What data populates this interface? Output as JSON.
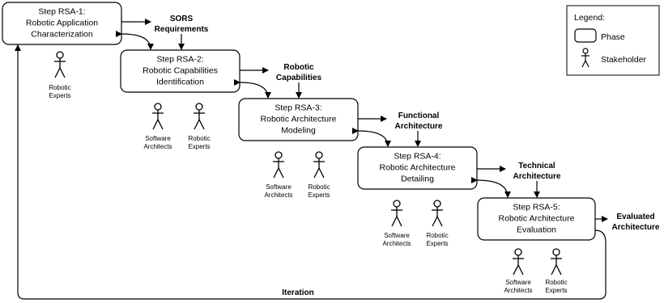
{
  "legend": {
    "title": "Legend:",
    "phase_label": "Phase",
    "stakeholder_label": "Stakeholder"
  },
  "steps": [
    {
      "lines": [
        "Step RSA-1:",
        "Robotic Application",
        "Characterization"
      ]
    },
    {
      "lines": [
        "Step RSA-2:",
        "Robotic Capabilities",
        "Identification"
      ]
    },
    {
      "lines": [
        "Step RSA-3:",
        "Robotic Architecture",
        "Modeling"
      ]
    },
    {
      "lines": [
        "Step RSA-4:",
        "Robotic Architecture",
        "Detailing"
      ]
    },
    {
      "lines": [
        "Step RSA-5:",
        "Robotic Architecture",
        "Evaluation"
      ]
    }
  ],
  "artifacts": [
    {
      "lines": [
        "SORS",
        "Requirements"
      ]
    },
    {
      "lines": [
        "Robotic",
        "Capabilities"
      ]
    },
    {
      "lines": [
        "Functional",
        "Architecture"
      ]
    },
    {
      "lines": [
        "Technical",
        "Architecture"
      ]
    },
    {
      "lines": [
        "Evaluated",
        "Architecture"
      ]
    }
  ],
  "stakeholders": [
    {
      "lines": [
        "Robotic",
        "Experts"
      ]
    },
    {
      "lines": [
        "Software",
        "Architects"
      ]
    },
    {
      "lines": [
        "Robotic",
        "Experts"
      ]
    },
    {
      "lines": [
        "Software",
        "Architects"
      ]
    },
    {
      "lines": [
        "Robotic",
        "Experts"
      ]
    },
    {
      "lines": [
        "Software",
        "Architects"
      ]
    },
    {
      "lines": [
        "Robotic",
        "Experts"
      ]
    },
    {
      "lines": [
        "Software",
        "Architects"
      ]
    },
    {
      "lines": [
        "Robotic",
        "Experts"
      ]
    }
  ],
  "iteration_label": "Iteration"
}
